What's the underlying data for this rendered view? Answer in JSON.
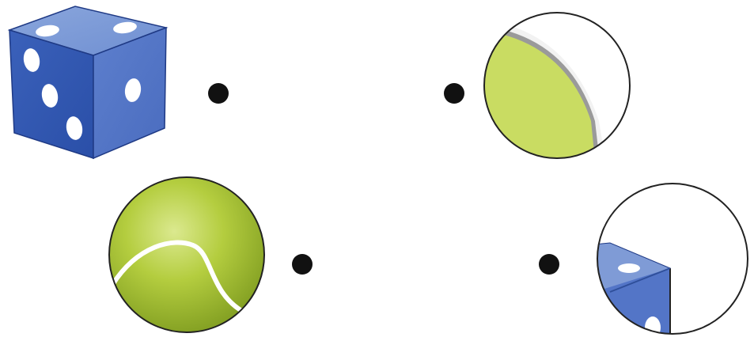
{
  "items": [
    {
      "id": "dice",
      "icon": "dice-icon",
      "connector": "match-dot"
    },
    {
      "id": "tennis-ball-cutaway",
      "icon": "tennis-ball-cutaway-icon",
      "connector": "match-dot"
    },
    {
      "id": "tennis-ball",
      "icon": "tennis-ball-icon",
      "connector": "match-dot"
    },
    {
      "id": "dice-cutaway",
      "icon": "dice-cutaway-icon",
      "connector": "match-dot"
    }
  ],
  "colors": {
    "dice_top": "#7f9bd6",
    "dice_left": "#2f56b2",
    "dice_right": "#5576c8",
    "dice_pip": "#ffffff",
    "tennis_green": "#b6cf3c",
    "tennis_shell": "#d6e46a",
    "outline": "#222222",
    "dot": "#111111"
  }
}
